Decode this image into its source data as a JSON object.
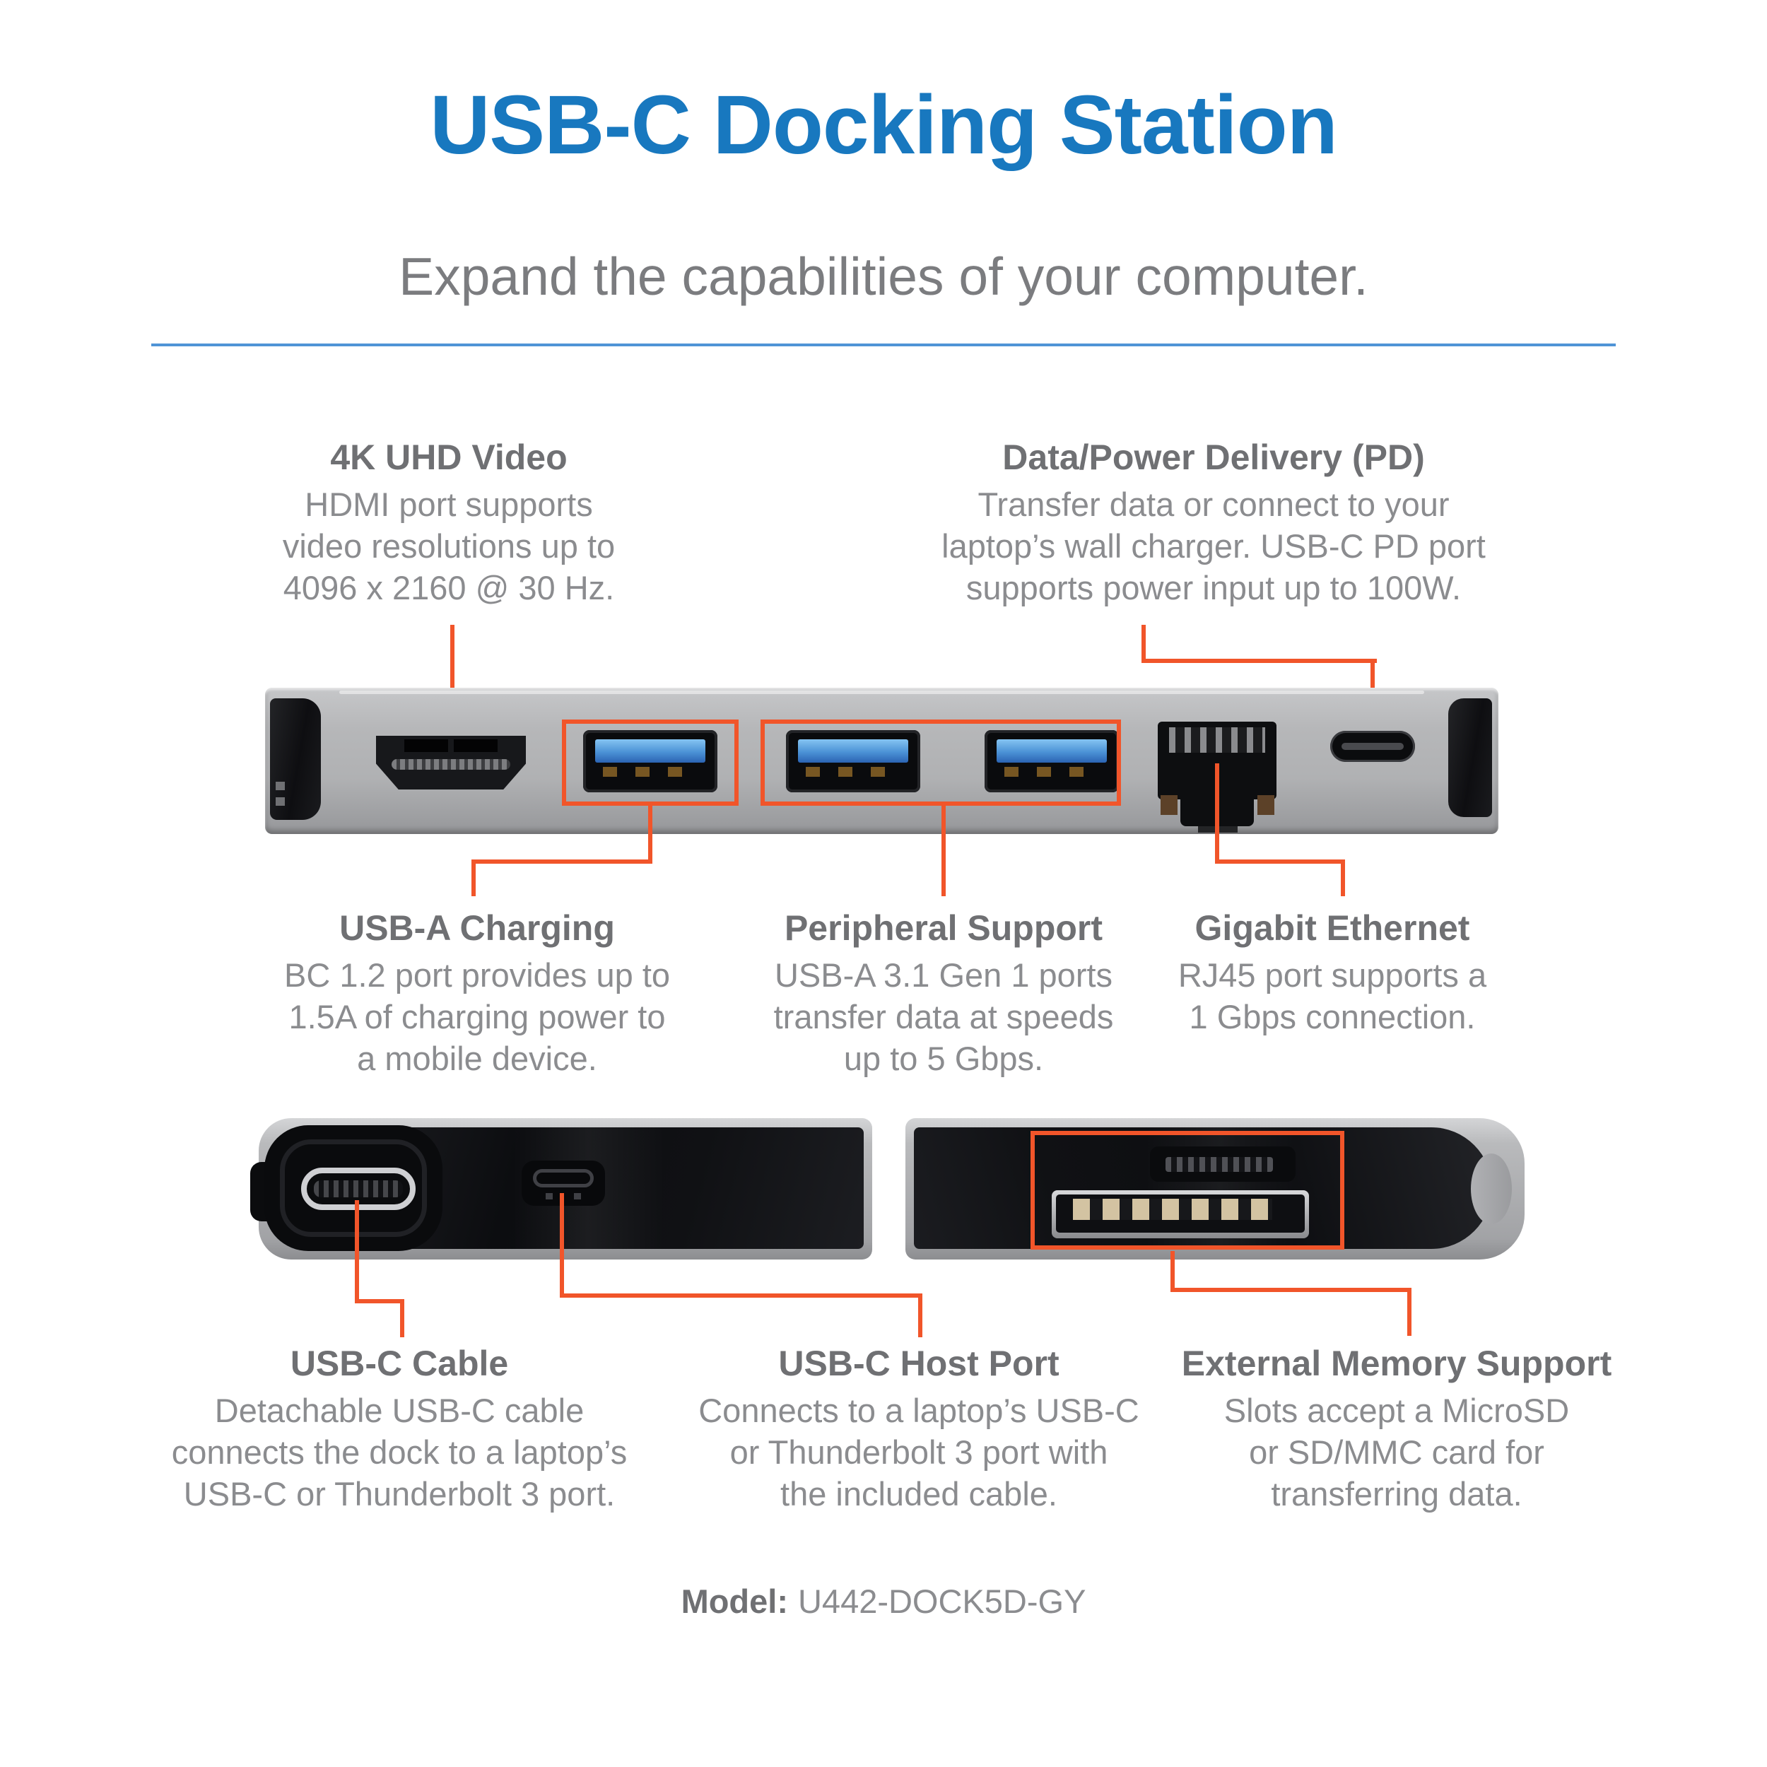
{
  "header": {
    "title": "USB-C Docking Station",
    "subtitle": "Expand the capabilities of your computer."
  },
  "model": {
    "label": "Model:",
    "value": "U442-DOCK5D-GY"
  },
  "colors": {
    "title_blue": "#1878bf",
    "divider_blue": "#4f94d6",
    "accent_orange": "#f1552a",
    "heading_gray": "#6f7073",
    "body_gray": "#8b8c8f",
    "dock_silver": "#b4b5b7",
    "port_black": "#0c0d10",
    "usb_tongue_blue": "#4b92d6"
  },
  "callouts": {
    "top": [
      {
        "title": "4K UHD Video",
        "lines": [
          "HDMI port supports",
          "video resolutions up to",
          "4096 x 2160 @ 30 Hz."
        ]
      },
      {
        "title": "Data/Power Delivery (PD)",
        "lines": [
          "Transfer data or connect to your",
          "laptop’s wall charger. USB-C PD port",
          "supports power input up to 100W."
        ]
      }
    ],
    "middle": [
      {
        "title": "USB-A Charging",
        "lines": [
          "BC 1.2 port provides up to",
          "1.5A of charging power to",
          "a mobile device."
        ]
      },
      {
        "title": "Peripheral Support",
        "lines": [
          "USB-A 3.1 Gen 1 ports",
          "transfer data at speeds",
          "up to 5 Gbps."
        ]
      },
      {
        "title": "Gigabit Ethernet",
        "lines": [
          "RJ45 port supports a",
          "1 Gbps connection."
        ]
      }
    ],
    "bottom": [
      {
        "title": "USB-C Cable",
        "lines": [
          "Detachable USB-C cable",
          "connects the dock to a laptop’s",
          "USB-C or Thunderbolt 3 port."
        ]
      },
      {
        "title": "USB-C Host Port",
        "lines": [
          "Connects to a laptop’s USB-C",
          "or Thunderbolt 3 port with",
          "the included cable."
        ]
      },
      {
        "title": "External Memory Support",
        "lines": [
          "Slots accept a MicroSD",
          "or SD/MMC card for",
          "transferring data."
        ]
      }
    ]
  }
}
